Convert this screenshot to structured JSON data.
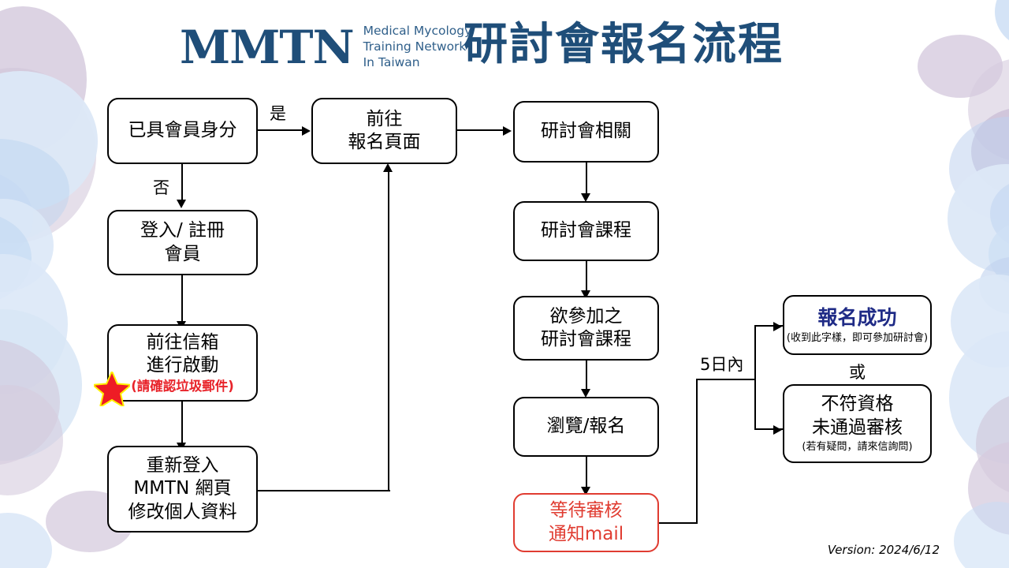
{
  "header": {
    "logo_mark": "MMTN",
    "logo_tagline": "Medical Mycology\nTraining Network\nIn Taiwan",
    "title": "研討會報名流程"
  },
  "nodes": {
    "has_membership": {
      "line1": "已具會員身分"
    },
    "login_register": {
      "line1": "登入/ 註冊",
      "line2": "會員"
    },
    "activate_mail": {
      "line1": "前往信箱",
      "line2": "進行啟動",
      "note": "(請確認垃圾郵件)"
    },
    "relogin_edit": {
      "line1": "重新登入",
      "line2": "MMTN 網頁",
      "line3": "修改個人資料"
    },
    "go_signup_page": {
      "line1": "前往",
      "line2": "報名頁面"
    },
    "seminar_info": {
      "line1": "研討會相關"
    },
    "seminar_courses": {
      "line1": "研討會課程"
    },
    "desired_courses": {
      "line1": "欲參加之",
      "line2": "研討會課程"
    },
    "browse_signup": {
      "line1": "瀏覽/報名"
    },
    "waiting_review": {
      "line1": "等待審核",
      "line2": "通知mail"
    },
    "success": {
      "title": "報名成功",
      "note": "(收到此字樣，即可參加研討會)"
    },
    "rejected": {
      "line1": "不符資格",
      "line2": "未通過審核",
      "note": "(若有疑問，請來信詢問)"
    }
  },
  "edge_labels": {
    "yes": "是",
    "no": "否",
    "within_5_days": "5日內",
    "or": "或"
  },
  "icons": {
    "star": "red-star-icon"
  },
  "footer": {
    "version": "Version: 2024/6/12"
  },
  "colors": {
    "brand_blue": "#1F4E79",
    "alert_red": "#E03C31",
    "success_blue": "#1F2B86",
    "star_red": "#EE1C25",
    "star_glow": "#FFF200",
    "blob_lavender": "#D6CBDE",
    "blob_blue": "#DCE8F7"
  }
}
